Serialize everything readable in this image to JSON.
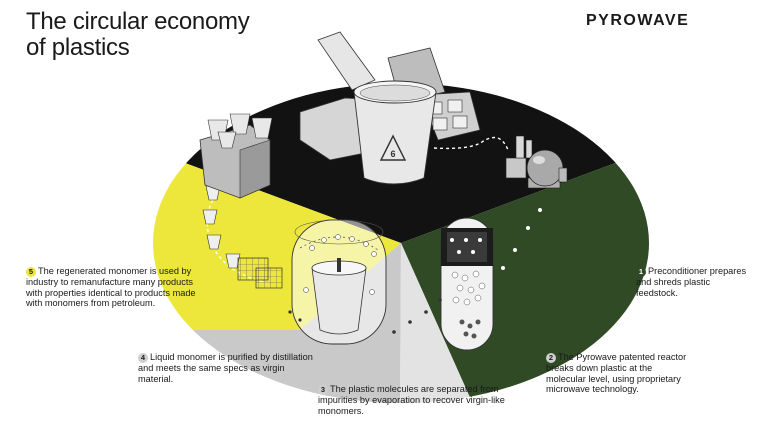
{
  "header": {
    "title_line1": "The circular economy",
    "title_line2": "of plastics",
    "brand": "PYROWAVE"
  },
  "diagram": {
    "recycling_code": "6",
    "colors": {
      "sorting_zone": "#121212",
      "reactor_zone": "#2f4a25",
      "remanufacture_zone": "#ece73a",
      "purification_zone": "#c9c9c9",
      "separation_zone": "#e3e3e3"
    },
    "steps": [
      {
        "number": "1",
        "text": "Preconditioner prepares and shreds plastic feedstock."
      },
      {
        "number": "2",
        "text": "The Pyrowave patented reactor breaks down plastic at the molecular level, using proprietary microwave technology."
      },
      {
        "number": "3",
        "text": "The plastic molecules are separated from impurities by evaporation to recover virgin-like monomers."
      },
      {
        "number": "4",
        "text": "Liquid monomer is purified by distillation and meets the same specs as virgin material."
      },
      {
        "number": "5",
        "text": "The regenerated monomer is used by industry to remanufacture many products with properties identical to products made with monomers from petroleum."
      }
    ]
  }
}
